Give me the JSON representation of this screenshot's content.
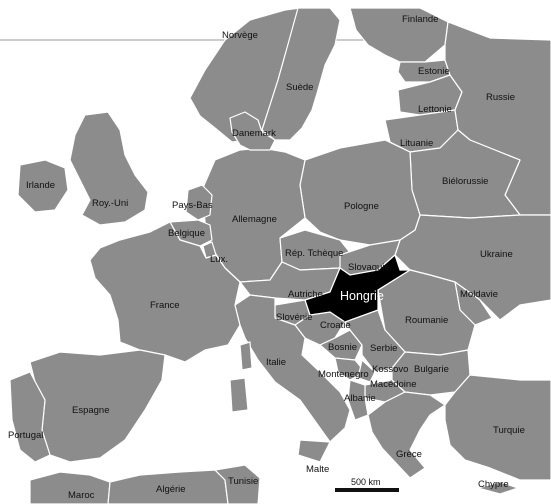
{
  "map": {
    "highlighted_country": "Hongrie",
    "colors": {
      "land": "#8c8c8c",
      "sea": "#ffffff",
      "border": "#ffffff",
      "highlight": "#000000",
      "highlight_text": "#ffffff",
      "label_text": "#111111"
    },
    "countries": [
      {
        "id": "finlande",
        "name": "Finlande"
      },
      {
        "id": "norvege",
        "name": "Norvège"
      },
      {
        "id": "suede",
        "name": "Suède"
      },
      {
        "id": "estonie",
        "name": "Estonie"
      },
      {
        "id": "russie",
        "name": "Russie"
      },
      {
        "id": "lettonie",
        "name": "Lettonie"
      },
      {
        "id": "danemark",
        "name": "Danemark"
      },
      {
        "id": "lituanie",
        "name": "Lituanie"
      },
      {
        "id": "irlande",
        "name": "Irlande"
      },
      {
        "id": "bielorussie",
        "name": "Biélorussie"
      },
      {
        "id": "royaume-uni",
        "name": "Roy.-Uni"
      },
      {
        "id": "pays-bas",
        "name": "Pays-Bas"
      },
      {
        "id": "pologne",
        "name": "Pologne"
      },
      {
        "id": "allemagne",
        "name": "Allemagne"
      },
      {
        "id": "belgique",
        "name": "Belgique"
      },
      {
        "id": "rep-tcheque",
        "name": "Rép. Tchèque"
      },
      {
        "id": "ukraine",
        "name": "Ukraine"
      },
      {
        "id": "luxembourg",
        "name": "Lux."
      },
      {
        "id": "slovaquie",
        "name": "Slovaquie"
      },
      {
        "id": "autriche",
        "name": "Autriche"
      },
      {
        "id": "moldavie",
        "name": "Moldavie"
      },
      {
        "id": "france",
        "name": "France"
      },
      {
        "id": "slovenie",
        "name": "Slovénie"
      },
      {
        "id": "croatie",
        "name": "Croatie"
      },
      {
        "id": "roumanie",
        "name": "Roumanie"
      },
      {
        "id": "bosnie",
        "name": "Bosnie"
      },
      {
        "id": "serbie",
        "name": "Serbie"
      },
      {
        "id": "italie",
        "name": "Italie"
      },
      {
        "id": "kossovo",
        "name": "Kossovo"
      },
      {
        "id": "bulgarie",
        "name": "Bulgarie"
      },
      {
        "id": "montenegro",
        "name": "Montenegro"
      },
      {
        "id": "macedoine",
        "name": "Macédoine"
      },
      {
        "id": "albanie",
        "name": "Albanie"
      },
      {
        "id": "espagne",
        "name": "Espagne"
      },
      {
        "id": "portugal",
        "name": "Portugal"
      },
      {
        "id": "turquie",
        "name": "Turquie"
      },
      {
        "id": "grece",
        "name": "Grèce"
      },
      {
        "id": "malte",
        "name": "Malte"
      },
      {
        "id": "tunisie",
        "name": "Tunisie"
      },
      {
        "id": "algerie",
        "name": "Algérie"
      },
      {
        "id": "maroc",
        "name": "Maroc"
      },
      {
        "id": "chypre",
        "name": "Chypre"
      }
    ],
    "scale_bar": {
      "label": "500 km"
    }
  }
}
